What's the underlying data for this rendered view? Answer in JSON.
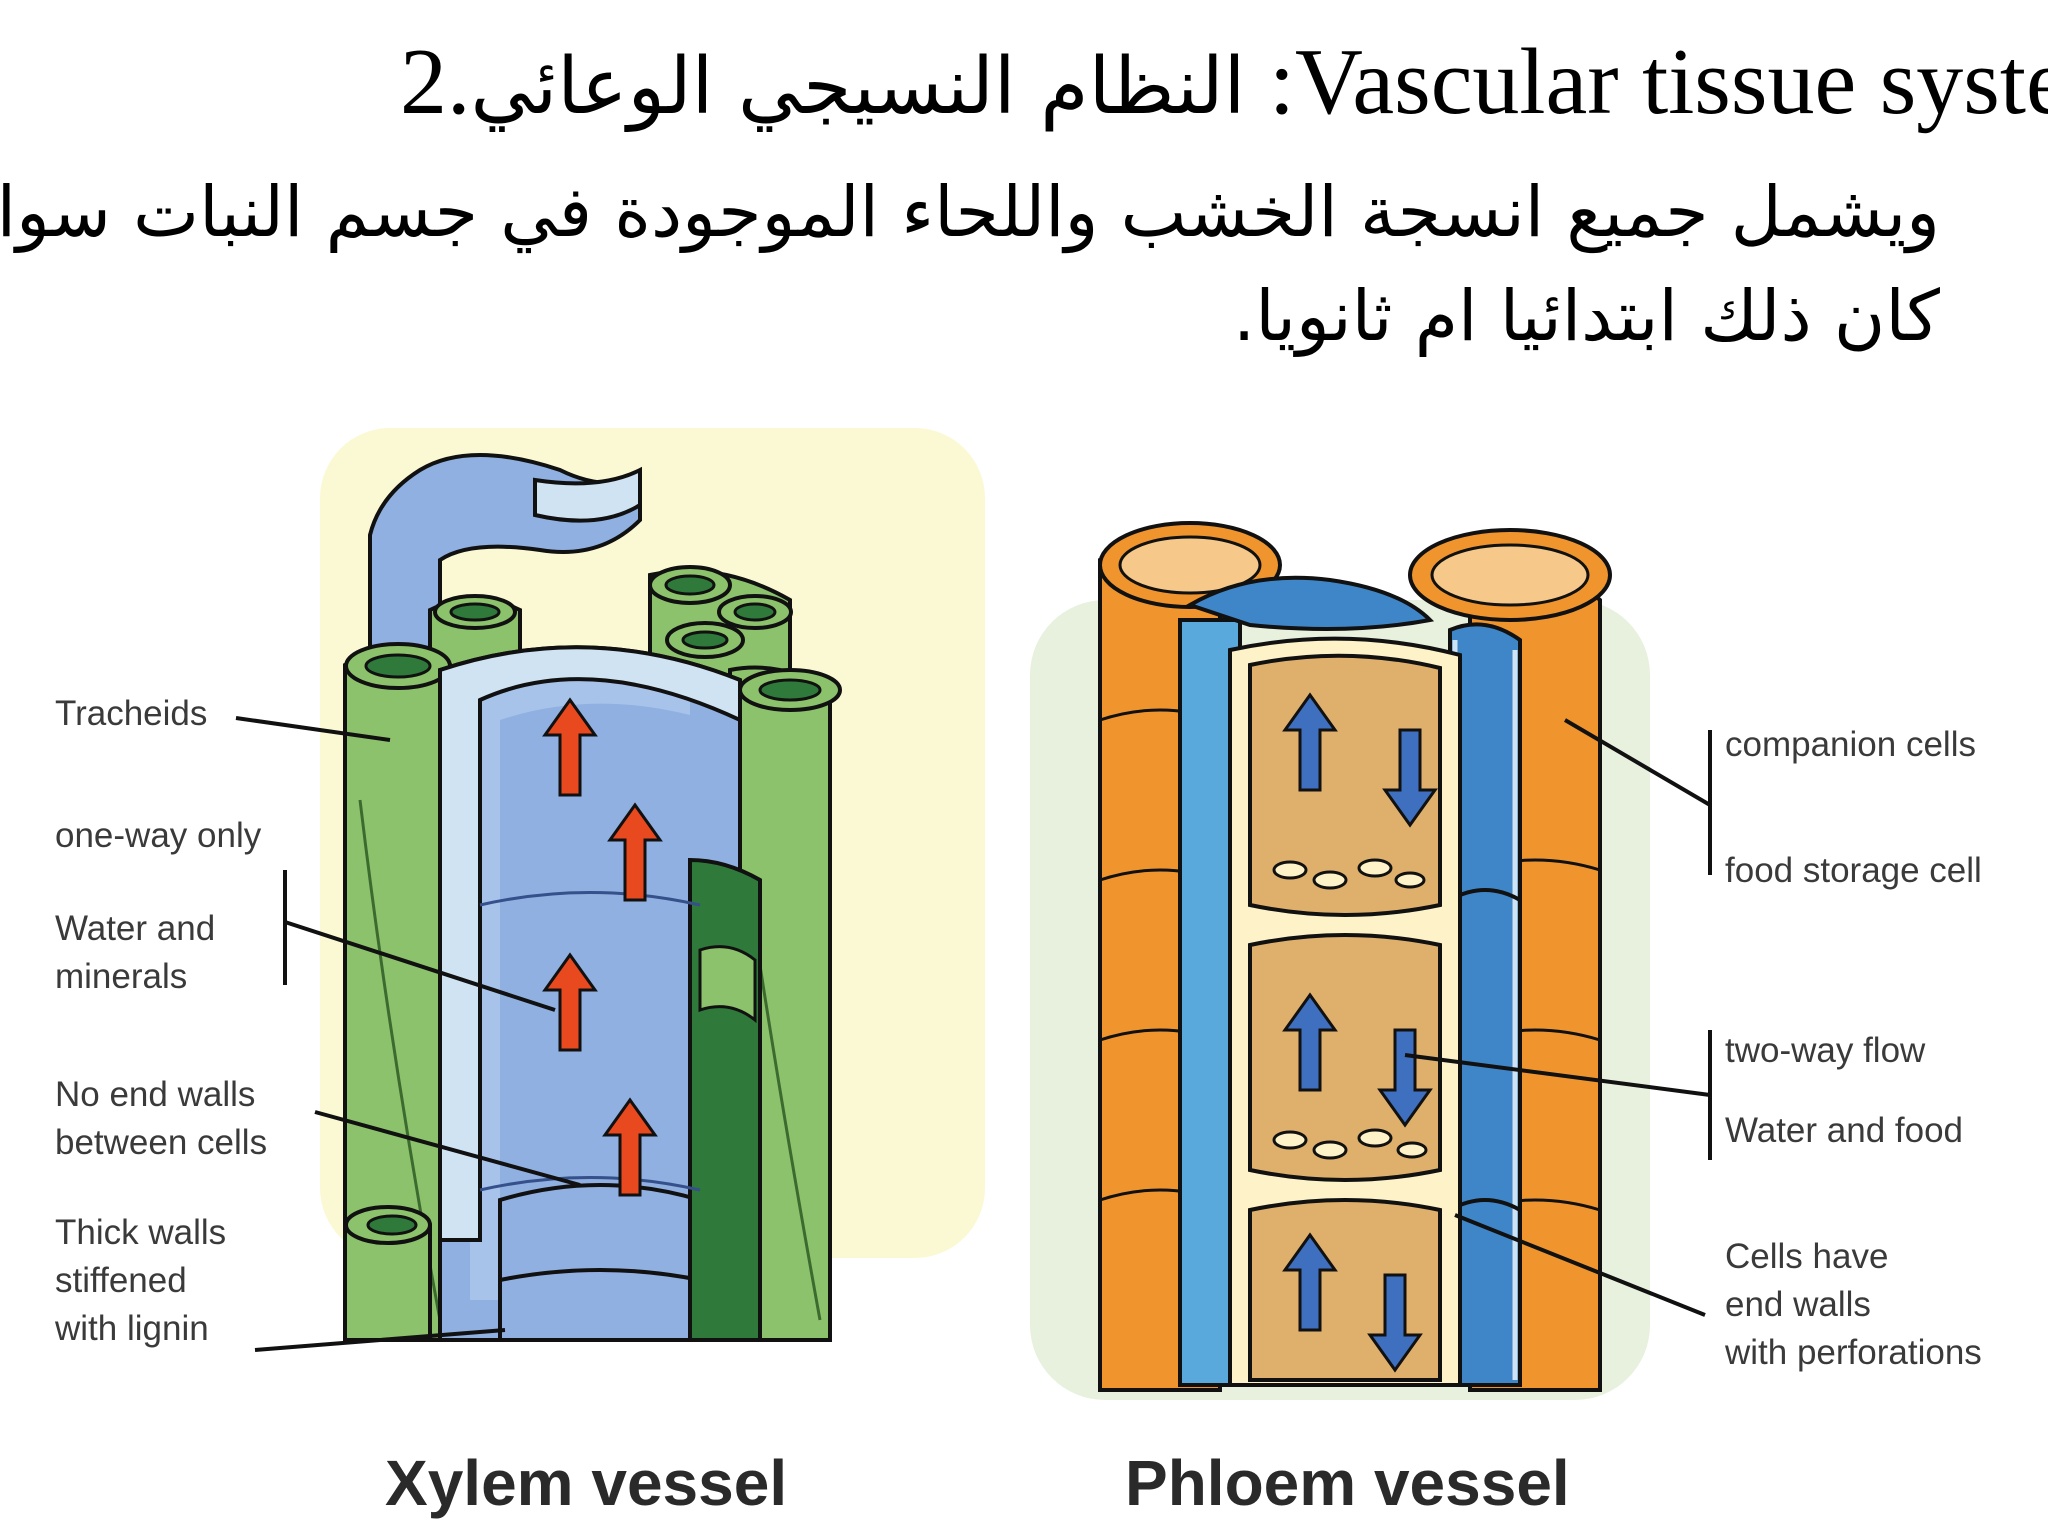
{
  "slide": {
    "title_number": "2.",
    "title_arabic": "النظام النسيجي الوعائي",
    "title_english": ":Vascular tissue system",
    "body_line_1": "ويشمل جميع انسجة الخشب واللحاء الموجودة في جسم النبات سواء",
    "body_line_2": "كان ذلك ابتدائيا ام ثانويا."
  },
  "xylem": {
    "caption": "Xylem vessel",
    "labels": {
      "tracheids": "Tracheids",
      "one_way": "one-way only",
      "water_line1": "Water and",
      "water_line2": "minerals",
      "no_end_line1": "No end walls",
      "no_end_line2": "between cells",
      "thick_line1": "Thick walls",
      "thick_line2": "stiffened",
      "thick_line3": "with lignin"
    }
  },
  "phloem": {
    "caption": "Phloem vessel",
    "labels": {
      "companion": "companion cells",
      "storage": "food storage cell",
      "two_way": "two-way flow",
      "water_food": "Water and food",
      "cells_line1": "Cells have",
      "cells_line2": "end walls",
      "cells_line3": "with perforations"
    }
  },
  "colors": {
    "xylem_background": "#fbf9d4",
    "phloem_background": "#e7f1de",
    "tracheid_green": "#8cc26b",
    "vessel_blue": "#8fb0e0",
    "wall_lightblue": "#cfe3f3",
    "xylem_arrow": "#e8491e",
    "phloem_orange": "#f0952e",
    "sieve_tan": "#dfb06c",
    "companion_blue": "#5aa9dd",
    "phloem_arrow": "#3f6fbf"
  }
}
